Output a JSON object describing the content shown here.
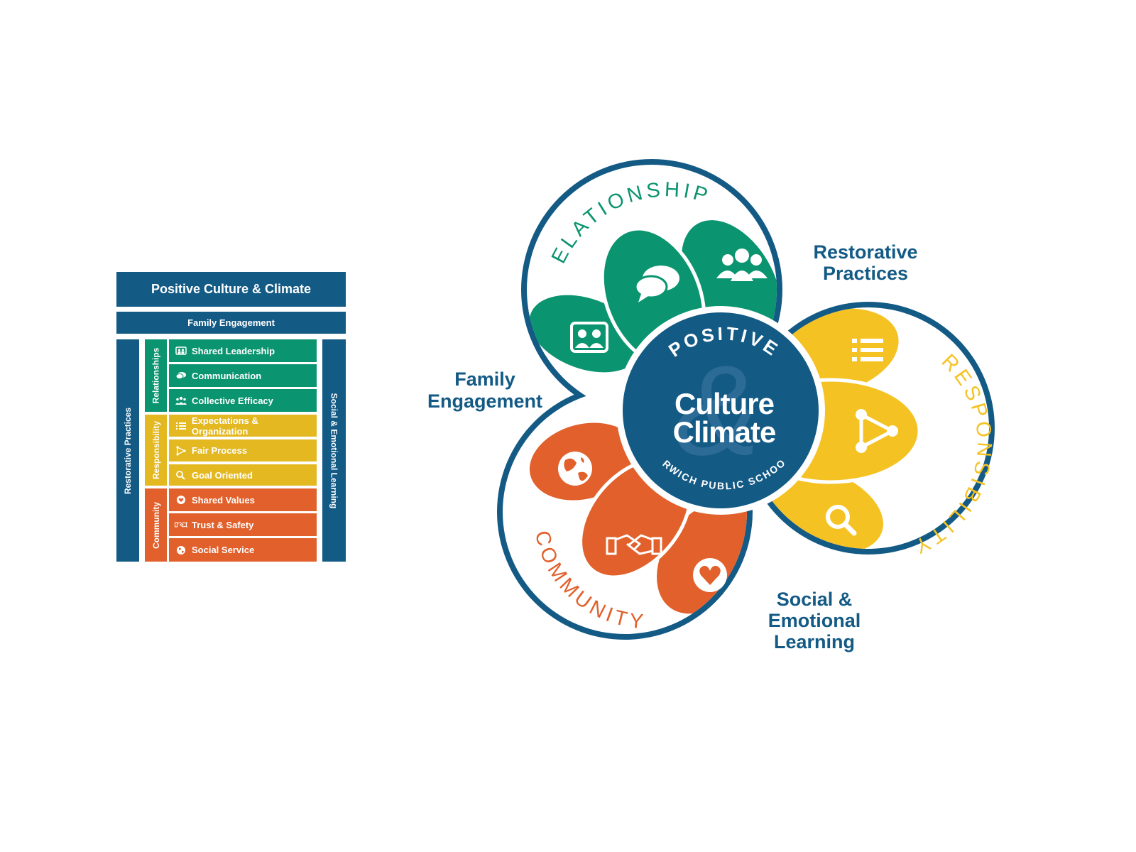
{
  "table": {
    "title": "Positive Culture & Climate",
    "family": "Family Engagement",
    "left_col": "Restorative Practices",
    "right_col": "Social & Emotional Learning",
    "groups": [
      {
        "label": "Relationships",
        "items": [
          {
            "label": "Shared Leadership",
            "icon": "people-board-icon"
          },
          {
            "label": "Communication",
            "icon": "speech-bubbles-icon"
          },
          {
            "label": "Collective Efficacy",
            "icon": "group-icon"
          }
        ]
      },
      {
        "label": "Responsibility",
        "items": [
          {
            "label": "Expectations & Organization",
            "icon": "list-icon"
          },
          {
            "label": "Fair Process",
            "icon": "triangle-nodes-icon"
          },
          {
            "label": "Goal Oriented",
            "icon": "magnifier-icon"
          }
        ]
      },
      {
        "label": "Community",
        "items": [
          {
            "label": "Shared Values",
            "icon": "heart-icon"
          },
          {
            "label": "Trust & Safety",
            "icon": "handshake-icon"
          },
          {
            "label": "Social Service",
            "icon": "globe-icon"
          }
        ]
      }
    ]
  },
  "diagram": {
    "center_top": "POSITIVE",
    "center_main_1": "Culture",
    "center_main_2": "Climate",
    "center_bottom": "NORWICH PUBLIC SCHOOLS",
    "ring_relationships": "RELATIONSHIPS",
    "ring_responsibility": "RESPONSIBILITY",
    "ring_community": "COMMUNITY",
    "label_restorative_1": "Restorative",
    "label_restorative_2": "Practices",
    "label_family_1": "Family",
    "label_family_2": "Engagement",
    "label_sel_1": "Social &",
    "label_sel_2": "Emotional",
    "label_sel_3": "Learning"
  },
  "colors": {
    "navy": "#135a85",
    "green": "#0a946f",
    "yellow": "#f5c223",
    "orange": "#e1602b"
  }
}
